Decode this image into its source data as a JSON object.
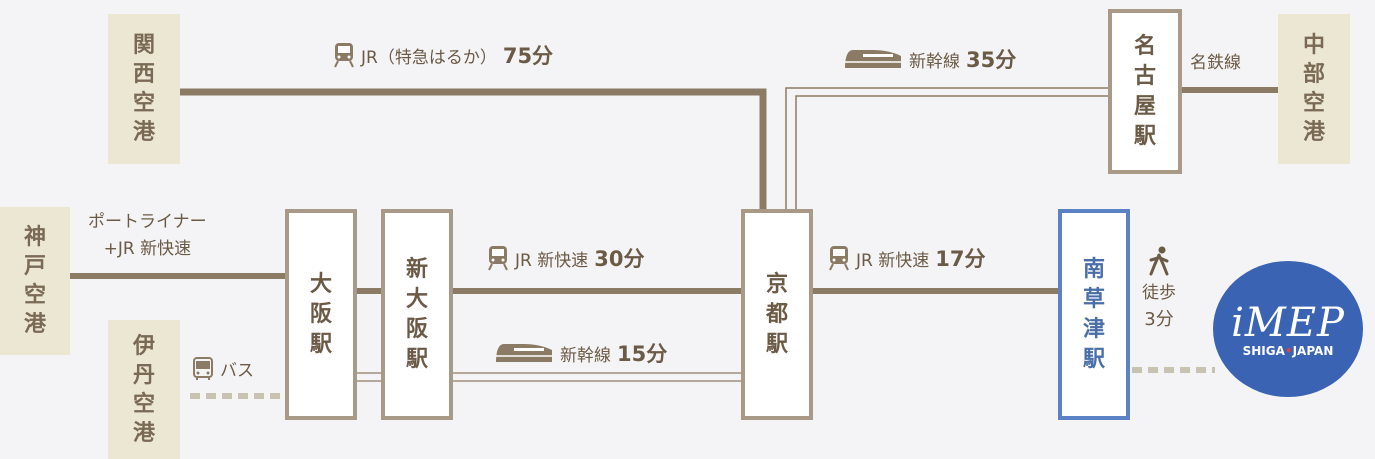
{
  "airports": {
    "kansai": "関西空港",
    "chubu": "中部空港",
    "kobe": "神戸空港",
    "itami": "伊丹空港"
  },
  "stations": {
    "osaka": "大阪駅",
    "shin_osaka": "新大阪駅",
    "kyoto": "京都駅",
    "nagoya": "名古屋駅",
    "minami_kusatsu": "南草津駅"
  },
  "routes": {
    "kansai_kyoto": {
      "text": "JR（特急はるか）",
      "time": "75分"
    },
    "kyoto_nagoya": {
      "text": "新幹線",
      "time": "35分"
    },
    "nagoya_chubu": {
      "text": "名鉄線"
    },
    "kobe_osaka_line1": "ポートライナー",
    "kobe_osaka_line2": "+JR 新快速",
    "itami_osaka": "バス",
    "shinosaka_kyoto_jr": {
      "text": "JR 新快速",
      "time": "30分"
    },
    "shinosaka_kyoto_shinkansen": {
      "text": "新幹線",
      "time": "15分"
    },
    "kyoto_minamikusatsu": {
      "text": "JR 新快速",
      "time": "17分"
    },
    "walk": {
      "text": "徒歩",
      "time": "3分"
    }
  },
  "logo": {
    "main": "iMEP",
    "sub_left": "SHIGA",
    "sub_dot": "•",
    "sub_right": "JAPAN"
  },
  "colors": {
    "line": "#8c7b64",
    "station_border": "#a89a86",
    "highlight": "#5b82c4",
    "airport_bg": "#ece7d3",
    "logo": "#3b63b4"
  }
}
